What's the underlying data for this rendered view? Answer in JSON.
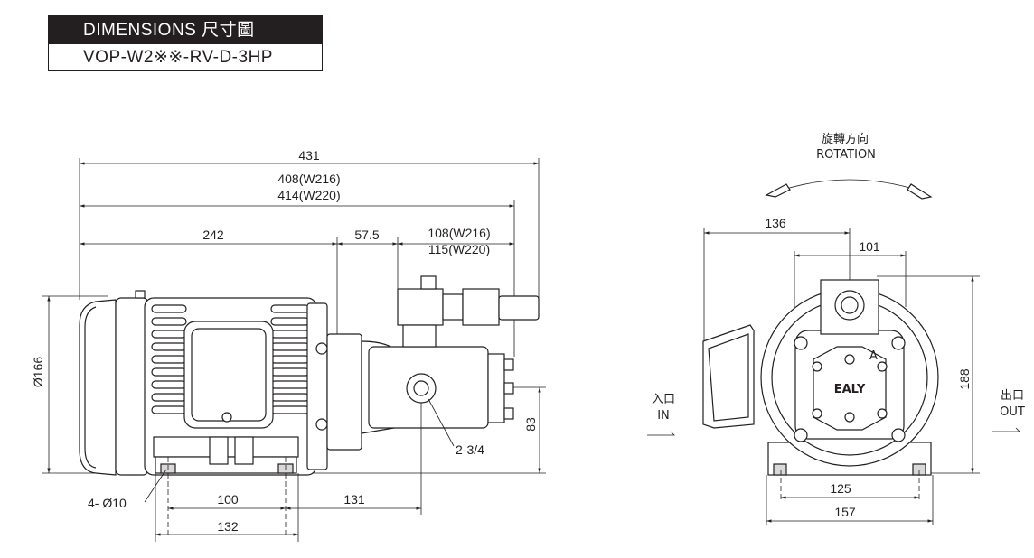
{
  "title": {
    "heading": "DIMENSIONS  尺寸圖",
    "model": "VOP-W2※※-RV-D-3HP"
  },
  "side_view": {
    "overall_length": "431",
    "length_w216": "408(W216)",
    "length_w220": "414(W220)",
    "motor_length": "242",
    "coupling_length": "57.5",
    "pump_length_w216": "108(W216)",
    "pump_length_w220": "115(W220)",
    "motor_diameter": "Ø166",
    "shaft_height": "83",
    "port_size": "2-3/4",
    "mount_holes": "4- Ø10",
    "base_hole_pitch": "100",
    "hole_to_port": "131",
    "base_width": "132"
  },
  "front_view": {
    "rotation_label_cn": "旋轉方向",
    "rotation_label_en": "ROTATION",
    "width_136": "136",
    "width_101": "101",
    "height_188": "188",
    "base_hole_pitch": "125",
    "base_width": "157",
    "inlet_cn": "入口",
    "inlet_en": "IN",
    "outlet_cn": "出口",
    "outlet_en": "OUT",
    "brand": "EALY",
    "mark_a": "A"
  }
}
